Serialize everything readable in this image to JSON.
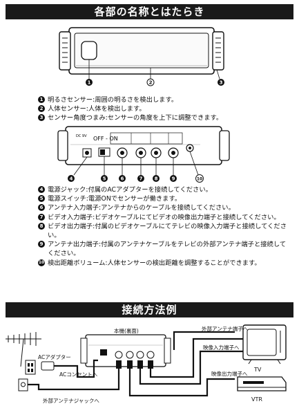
{
  "sections": [
    {
      "title": "各部の名称とはたらき"
    },
    {
      "title": "接続方法例"
    }
  ],
  "callouts": [
    "1",
    "2",
    "3",
    "4",
    "5",
    "6",
    "7",
    "8",
    "9",
    "10"
  ],
  "list_top": [
    {
      "n": "1",
      "text": "明るさセンサー:周囲の明るさを検出します。"
    },
    {
      "n": "2",
      "text": "人体センサー:人体を検出します。"
    },
    {
      "n": "3",
      "text": "センサー角度つまみ:センサーの角度を上下に調整できます。"
    }
  ],
  "list_back": [
    {
      "n": "4",
      "text": "電源ジャック:付属のACアダプターを接続してください。"
    },
    {
      "n": "5",
      "text": "電源スイッチ:電源ONでセンサーが働きます。"
    },
    {
      "n": "6",
      "text": "アンテナ入力端子:アンテナからのケーブルを接続してください。"
    },
    {
      "n": "7",
      "text": "ビデオ入力端子:ビデオケーブルにてビデオの映像出力端子と接続してください。"
    },
    {
      "n": "8",
      "text": "ビデオ出力端子:付属のビデオケーブルにてテレビの映像入力端子と接続してください。"
    },
    {
      "n": "9",
      "text": "アンテナ出力端子:付属のアンテナケーブルをテレビの外部アンテナ端子と接続してください。"
    },
    {
      "n": "10",
      "text": "検出距離ボリューム:人体センサーの検出距離を調整することができます。"
    }
  ],
  "panel": {
    "switch_top": "OFF - ON",
    "switch_small": "DC 9V"
  },
  "diagram": {
    "main_unit": "本機(裏面)",
    "ext_antenna_in": "外部アンテナ端子へ",
    "video_in": "映像入力端子へ",
    "video_out": "映像出力端子へ",
    "ac_adapter": "ACアダプター",
    "ac_outlet": "ACコンセントへ",
    "ext_antenna_jack": "外部アンテナジャックへ",
    "tv": "TV",
    "vtr": "VTR"
  }
}
